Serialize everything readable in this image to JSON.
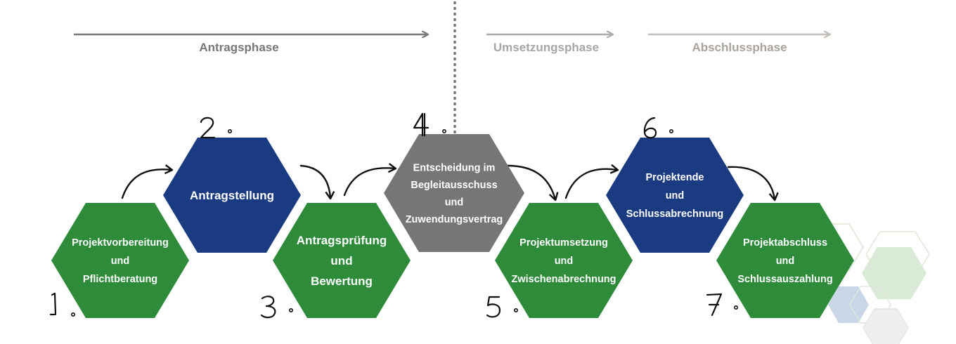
{
  "phases": [
    {
      "label": "Antragsphase",
      "color": "#777777"
    },
    {
      "label": "Umsetzungsphase",
      "color": "#aaaaaa"
    },
    {
      "label": "Abschlussphase",
      "color": "#c4beb8"
    }
  ],
  "colors": {
    "green": "#2e8b3a",
    "blue": "#1a3a82",
    "gray": "#767676",
    "arrow": "#111111",
    "deco_green": "#dcebd9",
    "deco_blue": "#c9d6e8",
    "deco_outline": "#dfe9dc"
  },
  "steps": [
    {
      "number": "1.",
      "color": "green",
      "lines": [
        "Projektvorbereitung",
        "und",
        "Pflichtberatung"
      ]
    },
    {
      "number": "2.",
      "color": "blue",
      "lines": [
        "Antragstellung"
      ]
    },
    {
      "number": "3.",
      "color": "green",
      "lines": [
        "Antragsprüfung",
        "und",
        "Bewertung"
      ]
    },
    {
      "number": "4.",
      "color": "gray",
      "lines": [
        "Entscheidung im",
        "Begleitausschuss",
        "und",
        "Zuwendungsvertrag"
      ]
    },
    {
      "number": "5.",
      "color": "green",
      "lines": [
        "Projektumsetzung",
        "und",
        "Zwischenabrechnung"
      ]
    },
    {
      "number": "6.",
      "color": "blue",
      "lines": [
        "Projektende",
        "und",
        "Schlussabrechnung"
      ]
    },
    {
      "number": "7.",
      "color": "green",
      "lines": [
        "Projektabschluss",
        "und",
        "Schlussauszahlung"
      ]
    }
  ]
}
